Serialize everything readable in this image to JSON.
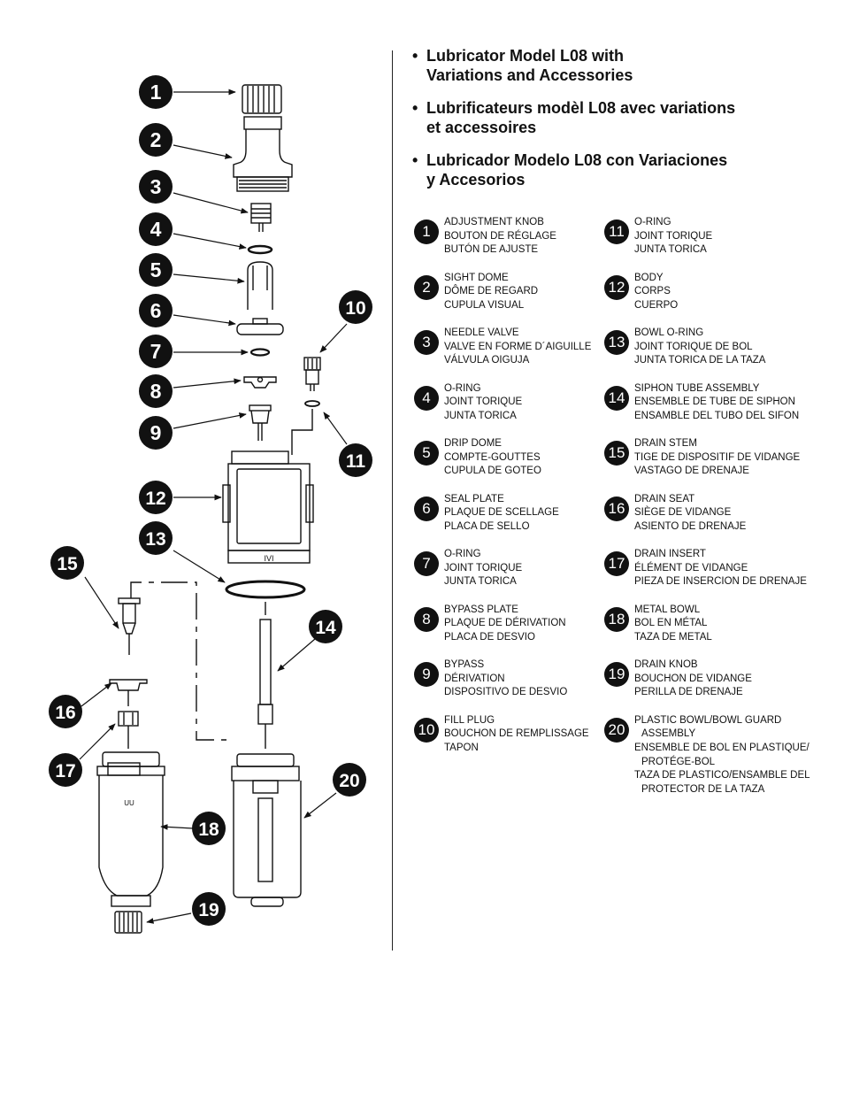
{
  "titles": [
    {
      "line1": "Lubricator Model L08 with",
      "line2": "Variations and Accessories"
    },
    {
      "line1": "Lubrificateurs modèl L08 avec variations",
      "line2": "et accessoires"
    },
    {
      "line1": "Lubricador Modelo L08 con Variaciones",
      "line2": "y Accesorios"
    }
  ],
  "bullet": "•",
  "parts": [
    {
      "num": "1",
      "lines": [
        "ADJUSTMENT KNOB",
        "BOUTON DE RÉGLAGE",
        "BUTÓN DE AJUSTE"
      ]
    },
    {
      "num": "2",
      "lines": [
        "SIGHT DOME",
        "DÔME DE REGARD",
        "CUPULA VISUAL"
      ]
    },
    {
      "num": "3",
      "lines": [
        "NEEDLE VALVE",
        "VALVE EN FORME D´AIGUILLE",
        "VÁLVULA OIGUJA"
      ]
    },
    {
      "num": "4",
      "lines": [
        "O-RING",
        "JOINT TORIQUE",
        "JUNTA TORICA"
      ]
    },
    {
      "num": "5",
      "lines": [
        "DRIP DOME",
        "COMPTE-GOUTTES",
        "CUPULA DE GOTEO"
      ]
    },
    {
      "num": "6",
      "lines": [
        "SEAL PLATE",
        "PLAQUE DE SCELLAGE",
        "PLACA DE SELLO"
      ]
    },
    {
      "num": "7",
      "lines": [
        "O-RING",
        "JOINT TORIQUE",
        "JUNTA TORICA"
      ]
    },
    {
      "num": "8",
      "lines": [
        "BYPASS PLATE",
        "PLAQUE DE DÉRIVATION",
        "PLACA DE DESVIO"
      ]
    },
    {
      "num": "9",
      "lines": [
        "BYPASS",
        "DÉRIVATION",
        "DISPOSITIVO DE DESVIO"
      ]
    },
    {
      "num": "10",
      "lines": [
        "FILL PLUG",
        "BOUCHON DE REMPLISSAGE",
        "TAPON"
      ]
    },
    {
      "num": "11",
      "lines": [
        "O-RING",
        "JOINT TORIQUE",
        "JUNTA TORICA"
      ]
    },
    {
      "num": "12",
      "lines": [
        "BODY",
        "CORPS",
        "CUERPO"
      ]
    },
    {
      "num": "13",
      "lines": [
        "BOWL O-RING",
        "JOINT TORIQUE DE BOL",
        "JUNTA TORICA DE LA TAZA"
      ]
    },
    {
      "num": "14",
      "lines": [
        "SIPHON TUBE ASSEMBLY",
        "ENSEMBLE DE TUBE DE SIPHON",
        "ENSAMBLE DEL TUBO DEL SIFON"
      ]
    },
    {
      "num": "15",
      "lines": [
        "DRAIN STEM",
        "TIGE DE DISPOSITIF DE VIDANGE",
        "VASTAGO DE DRENAJE"
      ]
    },
    {
      "num": "16",
      "lines": [
        "DRAIN SEAT",
        "SIÈGE DE VIDANGE",
        "ASIENTO DE DRENAJE"
      ]
    },
    {
      "num": "17",
      "lines": [
        "DRAIN INSERT",
        "ÉLÉMENT DE VIDANGE",
        "PIEZA DE INSERCION DE DRENAJE"
      ]
    },
    {
      "num": "18",
      "lines": [
        "METAL BOWL",
        "BOL EN MÉTAL",
        "TAZA DE METAL"
      ]
    },
    {
      "num": "19",
      "lines": [
        "DRAIN KNOB",
        "BOUCHON DE VIDANGE",
        "PERILLA DE DRENAJE"
      ]
    },
    {
      "num": "20",
      "lines": [
        "PLASTIC BOWL/BOWL GUARD",
        "ASSEMBLY",
        "ENSEMBLE DE BOL EN PLASTIQUE/",
        "PROTÉGE-BOL",
        "TAZA DE PLASTICO/ENSAMBLE DEL",
        "PROTECTOR DE LA TAZA"
      ]
    }
  ],
  "callouts": [
    "1",
    "2",
    "3",
    "4",
    "5",
    "6",
    "7",
    "8",
    "9",
    "10",
    "11",
    "12",
    "13",
    "14",
    "15",
    "16",
    "17",
    "18",
    "19",
    "20"
  ],
  "diagram_texts": {
    "body_mark": "IVI",
    "bowl_mark": "UU"
  },
  "colors": {
    "ink": "#111111",
    "paper": "#ffffff"
  }
}
